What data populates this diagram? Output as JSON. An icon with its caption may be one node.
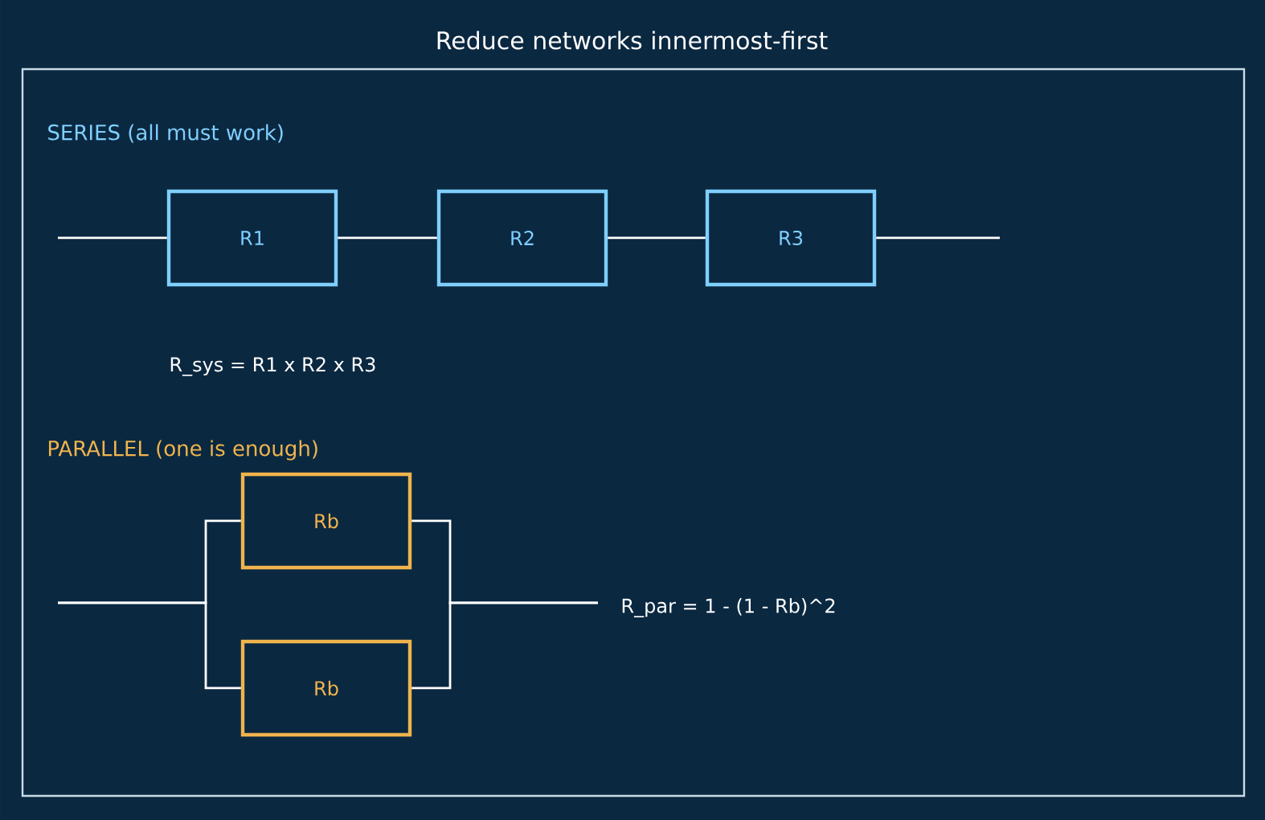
{
  "diagram": {
    "title": "Reduce networks innermost-first",
    "nodes": [
      {
        "text": [
          "R1"
        ]
      },
      {
        "text": [
          "R2"
        ]
      },
      {
        "text": [
          "R3"
        ]
      },
      {
        "text": [
          "Rb"
        ]
      },
      {
        "text": [
          "Rb"
        ]
      }
    ],
    "edges": [
      {
        "from": null,
        "to": 0,
        "arrow": "none"
      },
      {
        "from": 0,
        "to": 1,
        "arrow": "none"
      },
      {
        "from": 1,
        "to": 2,
        "arrow": "none"
      },
      {
        "from": 2,
        "to": null,
        "arrow": "none"
      },
      {
        "from": null,
        "to": 3,
        "arrow": "none"
      },
      {
        "from": null,
        "to": 4,
        "arrow": "none"
      },
      {
        "from": 3,
        "to": null,
        "arrow": "none"
      },
      {
        "from": 4,
        "to": null,
        "arrow": "none"
      }
    ],
    "labels": [
      "SERIES  (all must work)",
      "R_sys = R1 x R2 x R3",
      "PARALLEL  (one is enough)",
      "R_par = 1 - (1 - Rb)^2"
    ]
  }
}
